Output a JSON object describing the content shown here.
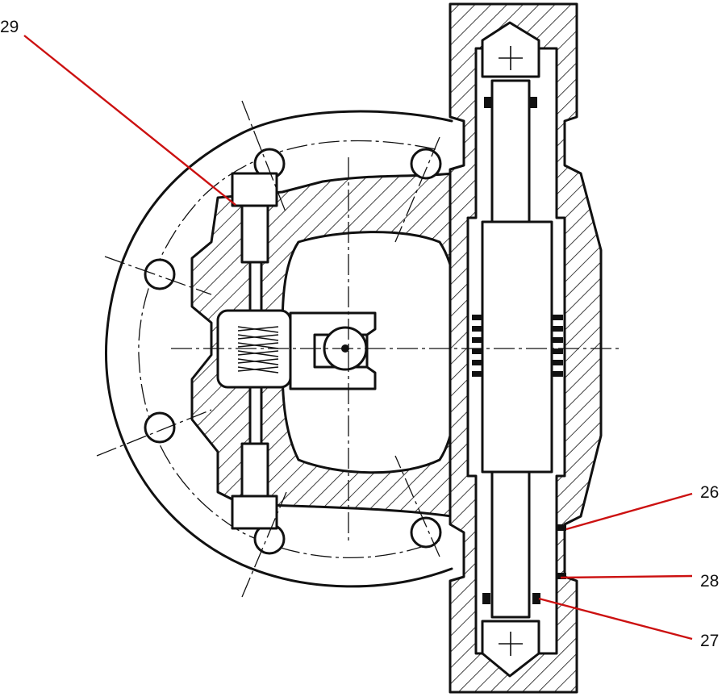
{
  "callouts": [
    {
      "id": "29",
      "text": "29"
    },
    {
      "id": "26",
      "text": "26"
    },
    {
      "id": "28",
      "text": "28"
    },
    {
      "id": "27",
      "text": "27"
    }
  ],
  "colors": {
    "ink": "#111111",
    "leader": "#cc1111",
    "background": "#ffffff"
  }
}
